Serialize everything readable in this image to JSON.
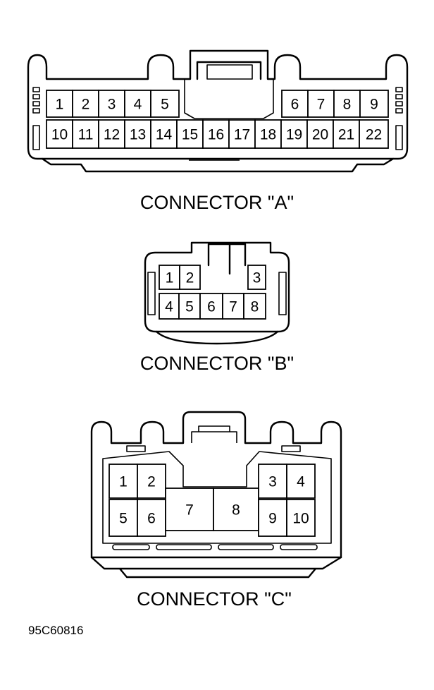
{
  "figure_id": "95C60816",
  "connectors": [
    {
      "id": "A",
      "title": "CONNECTOR \"A\"",
      "pins": [
        "1",
        "2",
        "3",
        "4",
        "5",
        "6",
        "7",
        "8",
        "9",
        "10",
        "11",
        "12",
        "13",
        "14",
        "15",
        "16",
        "17",
        "18",
        "19",
        "20",
        "21",
        "22"
      ]
    },
    {
      "id": "B",
      "title": "CONNECTOR \"B\"",
      "pins": [
        "1",
        "2",
        "3",
        "4",
        "5",
        "6",
        "7",
        "8"
      ]
    },
    {
      "id": "C",
      "title": "CONNECTOR \"C\"",
      "pins": [
        "1",
        "2",
        "3",
        "4",
        "5",
        "6",
        "7",
        "8",
        "9",
        "10"
      ]
    }
  ]
}
